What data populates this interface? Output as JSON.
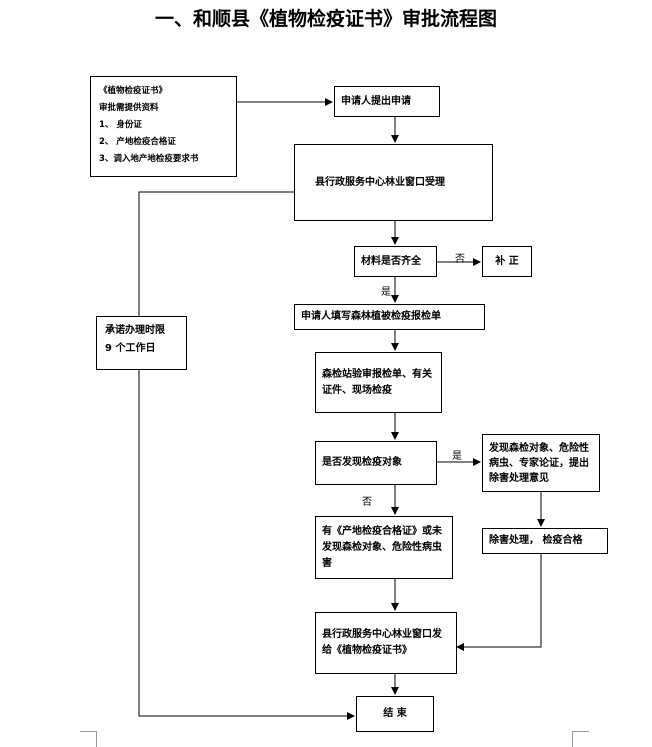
{
  "title": "一、和顺县《植物检疫证书》审批流程图",
  "materials": {
    "heading": "《植物检疫证书》",
    "subheading": "审批需提供资料",
    "items": [
      "1、  身份证",
      "2、  产地检疫合格证",
      "3、调入地产地检疫要求书"
    ]
  },
  "nodes": {
    "apply": "申请人提出申请",
    "accept": "县行政服务中心林业窗口受理",
    "complete_check": "材料是否齐全",
    "supplement": "补  正",
    "fill_form": "申请人填写森林植被检疫报检单",
    "verify": "森检站验审报检单、有关证件、现场检疫",
    "found_check": "是否发现检疫对象",
    "found_yes": "发现森检对象、危险性病虫、专家论证，提出除害处理意见",
    "disinfect": "除害处理，  检疫合格",
    "not_found": "有《产地检疫合格证》或未发现森检对象、危险性病虫害",
    "issue": "县行政服务中心林业窗口发给《植物检疫证书》",
    "end": "结  束"
  },
  "promise": {
    "line1": "承诺办理时限",
    "line2": "9 个工作日"
  },
  "labels": {
    "no_supplement": "否",
    "yes_complete": "是",
    "yes_found": "是",
    "no_found": "否"
  }
}
